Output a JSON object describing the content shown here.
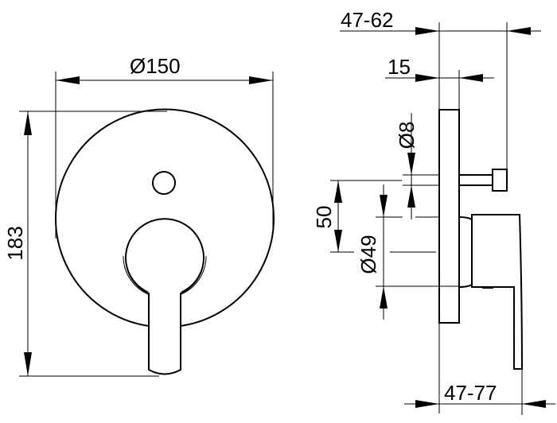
{
  "dimensions": {
    "front_diameter": "Ø150",
    "front_height": "183",
    "side_depth_top": "47-62",
    "side_plate": "15",
    "side_rod_diameter": "Ø8",
    "side_spacing": "50",
    "side_knob_diameter": "Ø49",
    "side_depth_bottom": "47-77"
  },
  "colors": {
    "line": "#000000",
    "background": "#ffffff"
  }
}
